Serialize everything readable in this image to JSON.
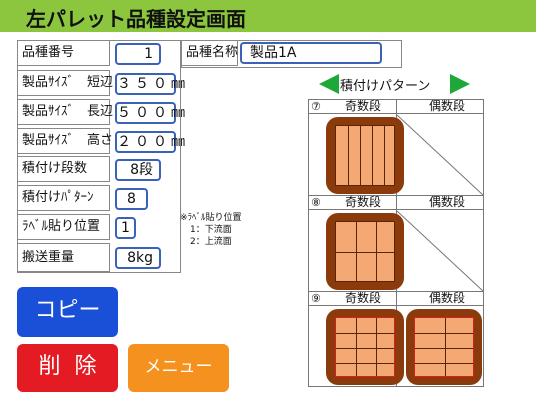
{
  "header": {
    "title": "左パレット品種設定画面"
  },
  "colors": {
    "title_bg": "#8cc63f",
    "input_border": "#3a62b8",
    "copy": "#1a4fd8",
    "delete": "#e51b24",
    "menu": "#f5911f",
    "arrow": "#1fa83a",
    "pallet": "#8b3a0c",
    "box": "#f4a874"
  },
  "form": {
    "item_number_label": "品種番号",
    "item_number_value": "1",
    "item_name_label": "品種名称",
    "item_name_value": "製品1A",
    "size_short_label": "製品ｻｲｽﾞ　短辺",
    "size_short_value": "３５０㎜",
    "size_long_label": "製品ｻｲｽﾞ　長辺",
    "size_long_value": "５００㎜",
    "size_height_label": "製品ｻｲｽﾞ　高さ",
    "size_height_value": "２００㎜",
    "stack_count_label": "積付け段数",
    "stack_count_value": "8段",
    "stack_pattern_label": "積付けﾊﾟﾀｰﾝ",
    "stack_pattern_value": "8",
    "label_pos_label": "ﾗﾍﾞﾙ貼り位置",
    "label_pos_value": "1",
    "weight_label": "搬送重量",
    "weight_value": "8kg"
  },
  "note": {
    "title": "※ﾗﾍﾞﾙ貼り位置",
    "line1": "1：下流面",
    "line2": "2：上流面"
  },
  "buttons": {
    "copy": "コピー",
    "delete": "削除",
    "menu": "メニュー"
  },
  "pattern": {
    "title": "積付けパターン",
    "prev_icon": "arrow-left-icon",
    "next_icon": "arrow-right-icon",
    "odd_label": "奇数段",
    "even_label": "偶数段",
    "rows": [
      {
        "number": "⑦",
        "odd": "奇数段",
        "even": "偶数段"
      },
      {
        "number": "⑧",
        "odd": "奇数段",
        "even": "偶数段"
      },
      {
        "number": "⑨",
        "odd": "奇数段",
        "even": "偶数段"
      }
    ]
  }
}
